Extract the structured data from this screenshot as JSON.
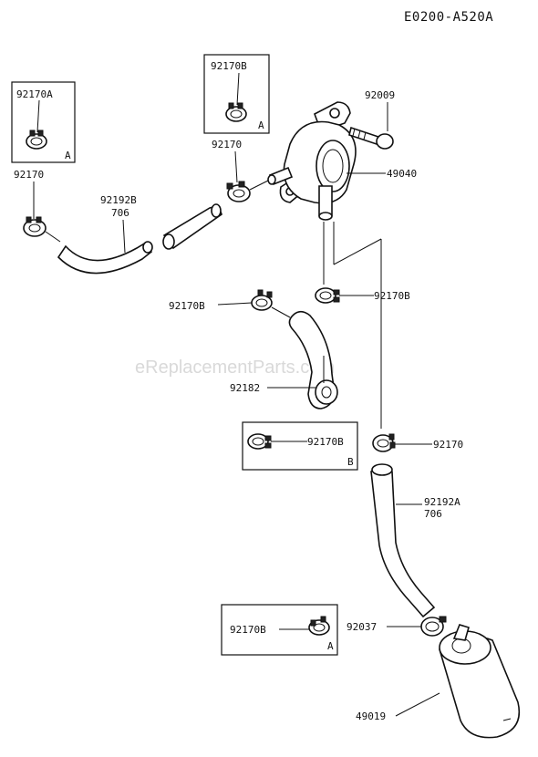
{
  "diagram_code": "E0200-A520A",
  "watermark": "eReplacementParts.com",
  "labels": {
    "p92009": "92009",
    "p49040": "49040",
    "p92170_pump": "92170",
    "p92170b_mid_left": "92170B",
    "p92170b_mid_right": "92170B",
    "p92182": "92182",
    "p92170_right": "92170",
    "p92192a": "92192A",
    "p92192a_len": "706",
    "p92037": "92037",
    "p49019": "49019",
    "p92170_left": "92170",
    "p92192b": "92192B",
    "p92192b_len": "706"
  },
  "insets": {
    "a": {
      "part": "92170A",
      "marker": "A"
    },
    "b": {
      "part": "92170B",
      "marker": "A"
    },
    "c": {
      "part": "92170B",
      "marker": "B"
    },
    "d": {
      "part": "92170B",
      "marker": "A"
    }
  }
}
